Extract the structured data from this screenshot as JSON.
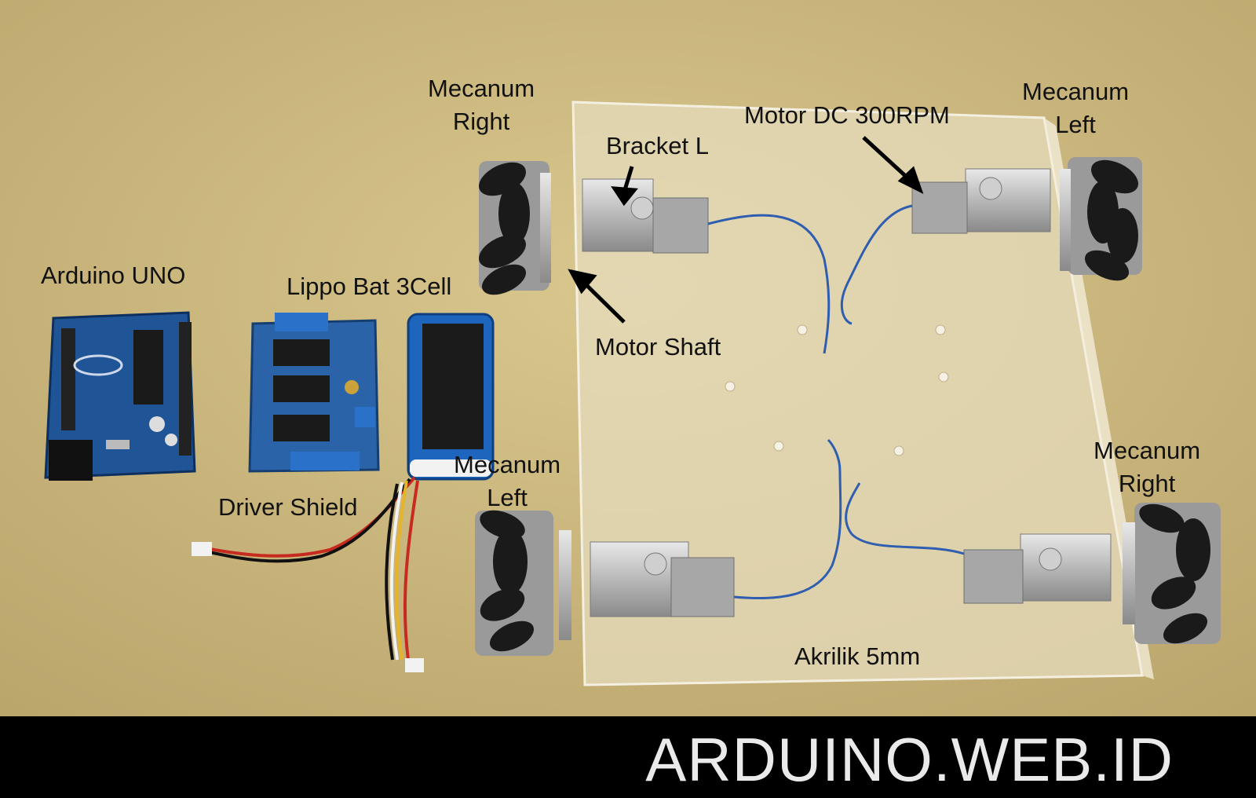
{
  "labels": {
    "mecanum_right_top": [
      "Mecanum",
      "Right"
    ],
    "mecanum_left_top": [
      "Mecanum",
      "Left"
    ],
    "mecanum_left_bottom": [
      "Mecanum",
      "Left"
    ],
    "mecanum_right_bottom": [
      "Mecanum",
      "Right"
    ],
    "motor_dc": "Motor DC 300RPM",
    "bracket": "Bracket L",
    "arduino": "Arduino UNO",
    "battery": "Lippo Bat 3Cell",
    "motor_shaft": "Motor Shaft",
    "driver_shield": "Driver Shield",
    "acrylic": "Akrilik 5mm"
  },
  "footer": {
    "watermark": "ARDUINO.WEB.ID"
  },
  "colors": {
    "background": "#cfbb80",
    "acrylic": "#e3d8b6",
    "arduino_board": "#1c4f8f",
    "battery": "#1d63b8",
    "roller": "#1a1a1a",
    "motor": "#a9a9a9",
    "footer": "#000000"
  }
}
